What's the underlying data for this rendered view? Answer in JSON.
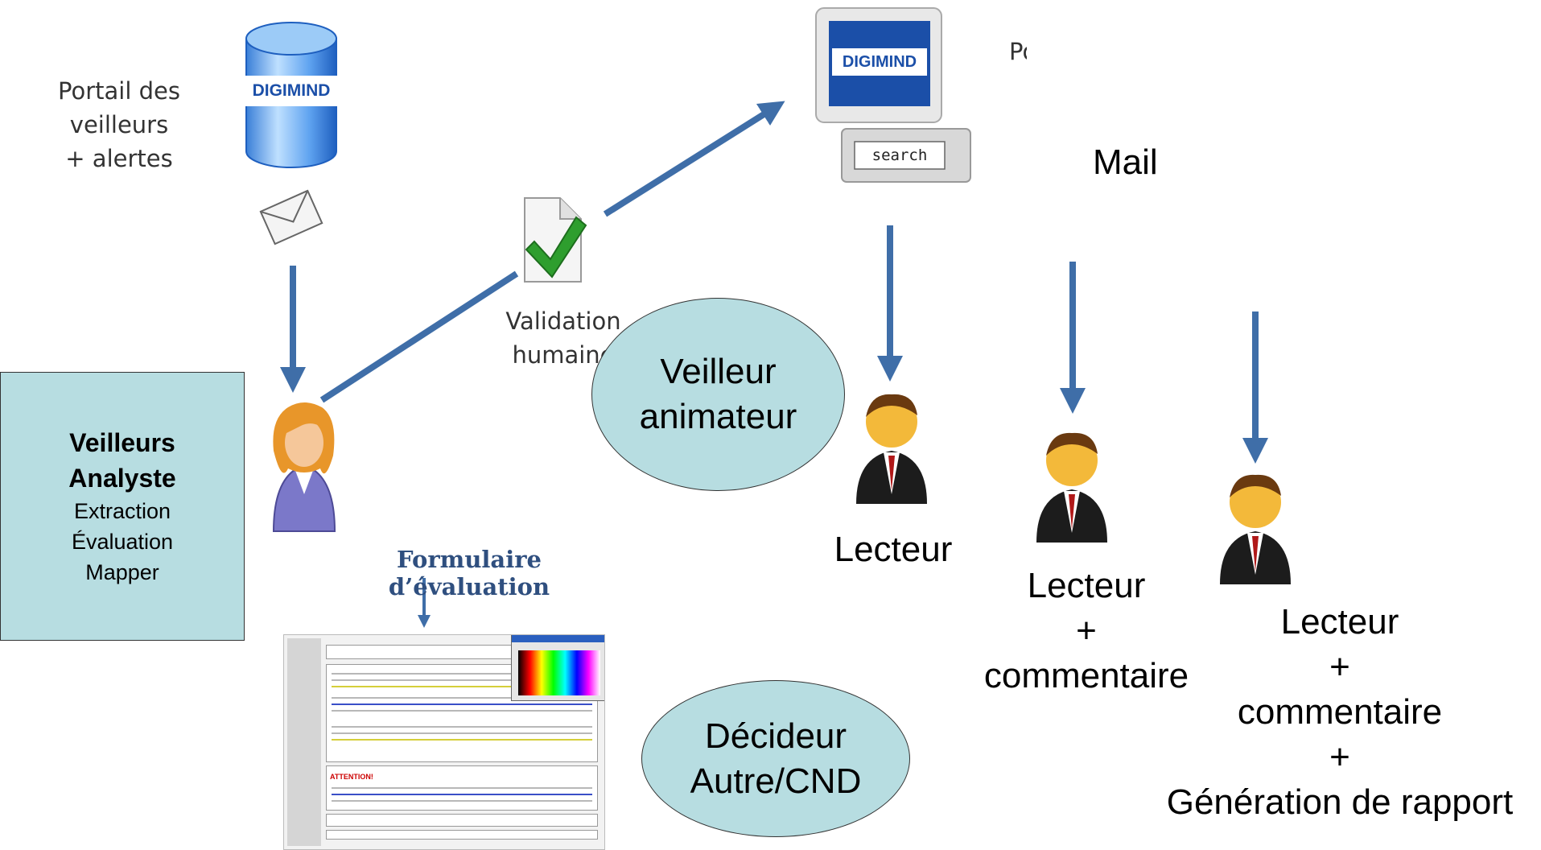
{
  "portal": {
    "label_line1": "Portail des veilleurs",
    "label_line2": "+ alertes",
    "db_brand": "DIGIMIND"
  },
  "monitor": {
    "brand": "DIGIMIND",
    "search_label": "search",
    "cut_label": "Po"
  },
  "validation": {
    "line1": "Validation",
    "line2": "humaine"
  },
  "mail_label": "Mail",
  "veilleurs_box": {
    "line1": "Veilleurs",
    "line2": "Analyste",
    "line3": "Extraction",
    "line4": "Évaluation",
    "line5": "Mapper"
  },
  "form_title": "Formulaire d’évaluation",
  "form_screenshot": {
    "alert": "ATTENTION!"
  },
  "veilleur_animateur": {
    "line1": "Veilleur",
    "line2": "animateur"
  },
  "decideur": {
    "line1": "Décideur",
    "line2": "Autre/CND"
  },
  "readers": [
    {
      "lines": [
        "Lecteur"
      ]
    },
    {
      "lines": [
        "Lecteur",
        "+",
        "commentaire"
      ]
    },
    {
      "lines": [
        "Lecteur",
        "+",
        "commentaire",
        "+",
        "Génération de rapport"
      ]
    }
  ],
  "colors": {
    "arrow": "#3f6ea8",
    "box_fill": "#b7dde1",
    "form_title": "#2f4f7f",
    "digimind_blue": "#1b4fa8"
  }
}
